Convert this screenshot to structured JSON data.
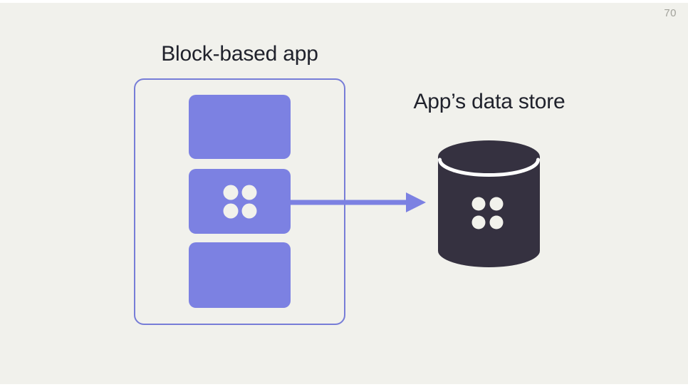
{
  "page": {
    "number": "70"
  },
  "colors": {
    "background": "#f1f1ec",
    "white": "#ffffff",
    "accent": "#7c81e2",
    "accent-border": "#777dd7",
    "dark": "#353140",
    "text": "#20222c",
    "muted": "#a2a29b",
    "dot": "#f2f2ec"
  },
  "diagram": {
    "app": {
      "title": "Block-based app",
      "block_count": 3,
      "middle_block_icon": "four-dots"
    },
    "arrow": {
      "direction": "right",
      "from": "block-based-app-middle-block",
      "to": "database-cylinder"
    },
    "datastore": {
      "title": "App’s data store",
      "icon": "database-cylinder-with-four-dots"
    }
  }
}
